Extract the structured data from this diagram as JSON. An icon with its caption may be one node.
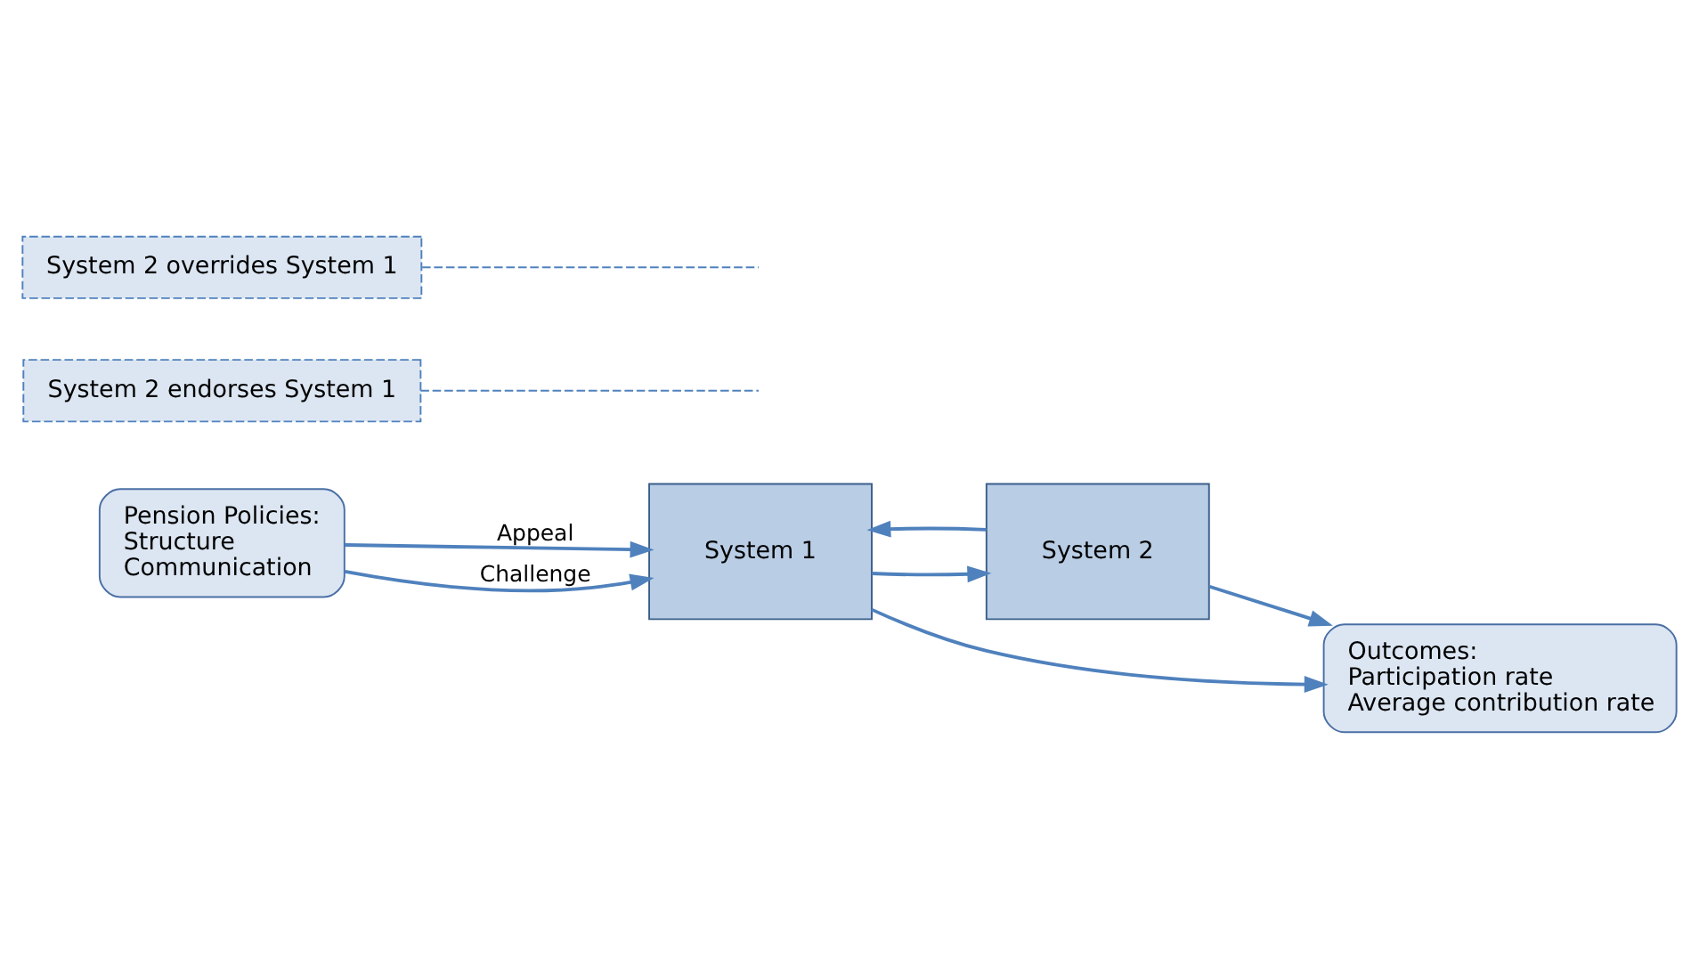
{
  "diagram": {
    "nodes": [
      {
        "text": [
          "Pension Policies:",
          "Structure",
          "Communication"
        ]
      },
      {
        "text": [
          "System 1"
        ]
      },
      {
        "text": [
          "System 2"
        ]
      },
      {
        "text": [
          "Outcomes:",
          "Participation rate",
          "Average contribution rate"
        ]
      },
      {
        "text": [
          "System 2 endorses System 1"
        ]
      },
      {
        "text": [
          "System 2 overrides System 1"
        ]
      }
    ],
    "edges": [
      {
        "from": 0,
        "to": 1,
        "arrow": "to",
        "label": "Appeal"
      },
      {
        "from": 0,
        "to": 1,
        "arrow": "to",
        "label": "Challenge"
      },
      {
        "from": 1,
        "to": 3,
        "arrow": "to"
      },
      {
        "from": 2,
        "to": 3,
        "arrow": "to"
      },
      {
        "from": 1,
        "to": 2,
        "arrow": "to"
      },
      {
        "from": 2,
        "to": 1,
        "arrow": "to"
      },
      {
        "from": 4,
        "to": null,
        "arrow": "none",
        "style": "dashed"
      },
      {
        "from": 5,
        "to": null,
        "arrow": "none",
        "style": "dashed"
      }
    ]
  }
}
